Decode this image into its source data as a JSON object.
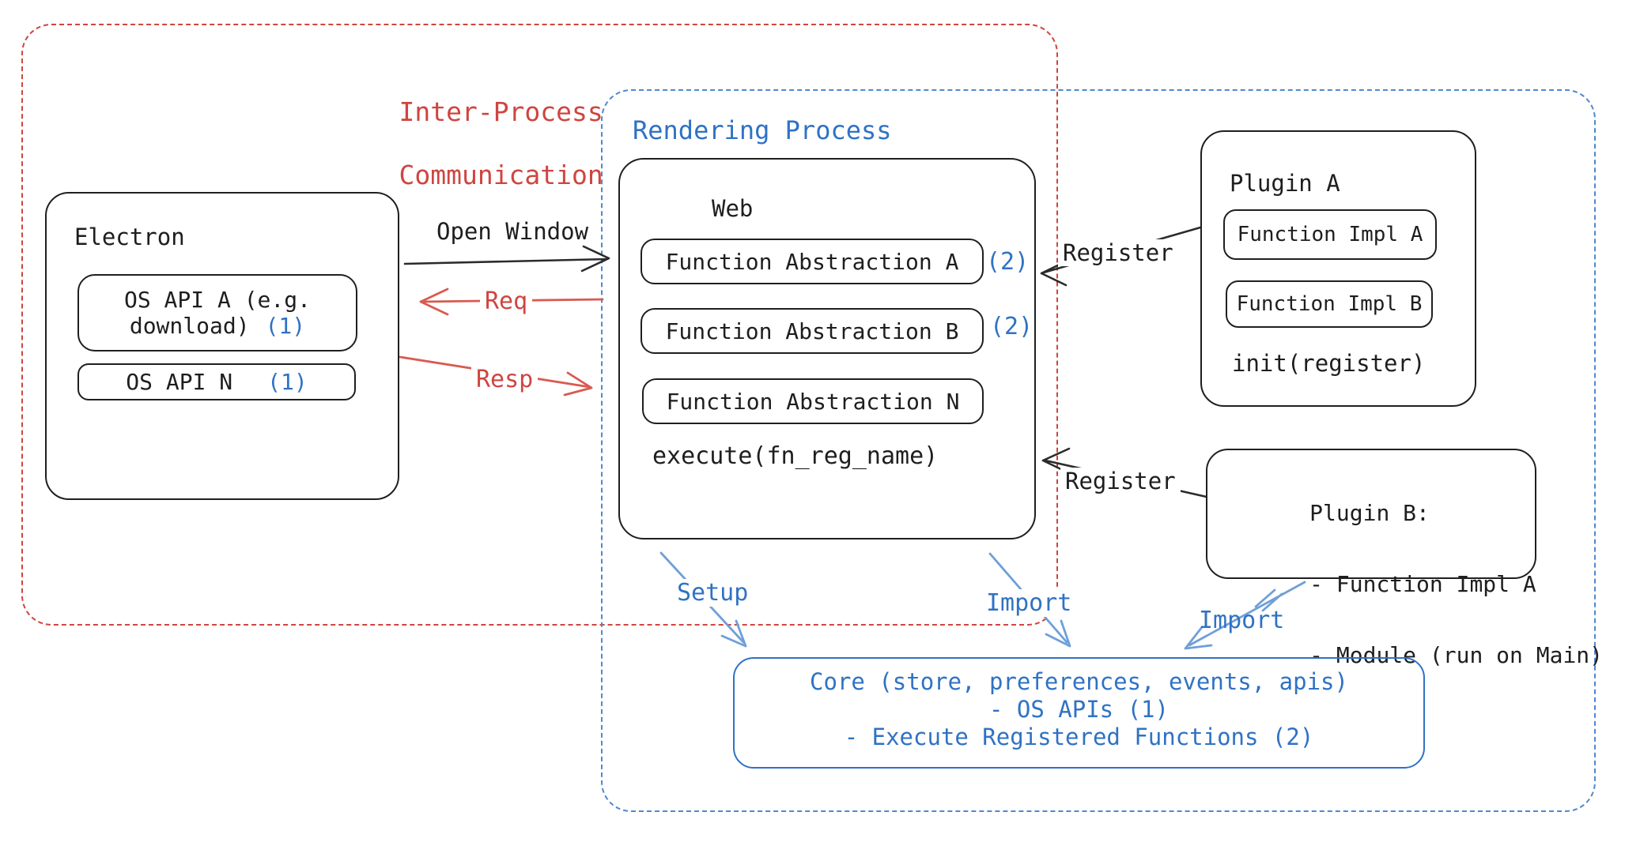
{
  "colors": {
    "red_accent": "#cf4540",
    "blue_accent": "#2f72c4",
    "blue_arrow": "#6f9fd8",
    "ink": "#1e1e1e",
    "background": "#ffffff"
  },
  "regions": {
    "ipc": {
      "label_line1": "Inter-Process",
      "label_line2": "Communication"
    },
    "rendering": {
      "label": "Rendering Process"
    }
  },
  "electron": {
    "title": "Electron",
    "api_a": {
      "line1": "OS API A (e.g.",
      "line2": "download)",
      "ref": "(1)"
    },
    "api_n": {
      "label": "OS API N",
      "ref": "(1)"
    }
  },
  "web": {
    "title": "Web",
    "fa_a": {
      "label": "Function Abstraction A",
      "ref": "(2)"
    },
    "fa_b": {
      "label": "Function Abstraction B",
      "ref": "(2)"
    },
    "fa_n": {
      "label": "Function Abstraction N"
    },
    "execute": "execute(fn_reg_name)"
  },
  "plugin_a": {
    "title": "Plugin A",
    "impl_a": "Function Impl A",
    "impl_b": "Function Impl B",
    "init": "init(register)"
  },
  "plugin_b": {
    "title": "Plugin B:",
    "item1": "- Function Impl A",
    "item2": "- Module (run on Main)"
  },
  "core": {
    "line1": "Core (store, preferences, events, apis)",
    "line2": "- OS APIs (1)",
    "line3": "- Execute Registered Functions (2)"
  },
  "arrows": {
    "open_window": "Open Window",
    "req": "Req",
    "resp": "Resp",
    "register_top": "Register",
    "register_bottom": "Register",
    "setup": "Setup",
    "import_web": "Import",
    "import_plugin_b": "Import"
  }
}
